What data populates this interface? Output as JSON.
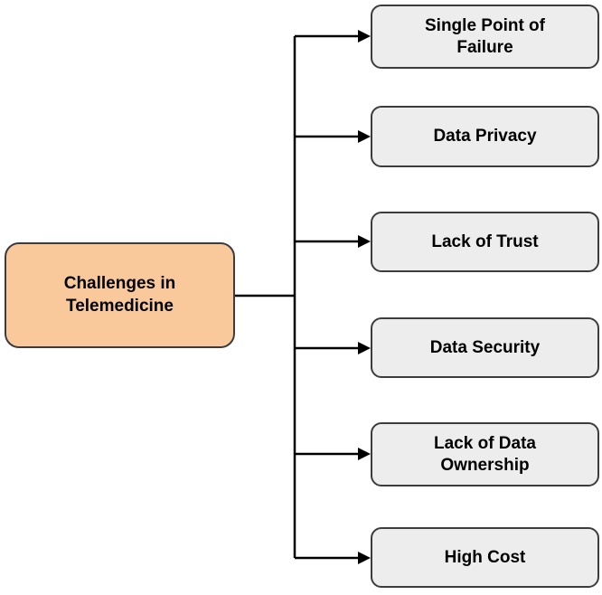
{
  "diagram": {
    "root": {
      "label": "Challenges in\nTelemedicine"
    },
    "nodes": [
      {
        "label": "Single Point of\nFailure"
      },
      {
        "label": "Data Privacy"
      },
      {
        "label": "Lack of Trust"
      },
      {
        "label": "Data Security"
      },
      {
        "label": "Lack of Data\nOwnership"
      },
      {
        "label": "High Cost"
      }
    ],
    "colors": {
      "root_fill": "#F9C99C",
      "node_fill": "#EDEDED",
      "border": "#3C3C3C",
      "connector": "#000000",
      "text": "#000000",
      "background": "#FFFFFF"
    }
  }
}
